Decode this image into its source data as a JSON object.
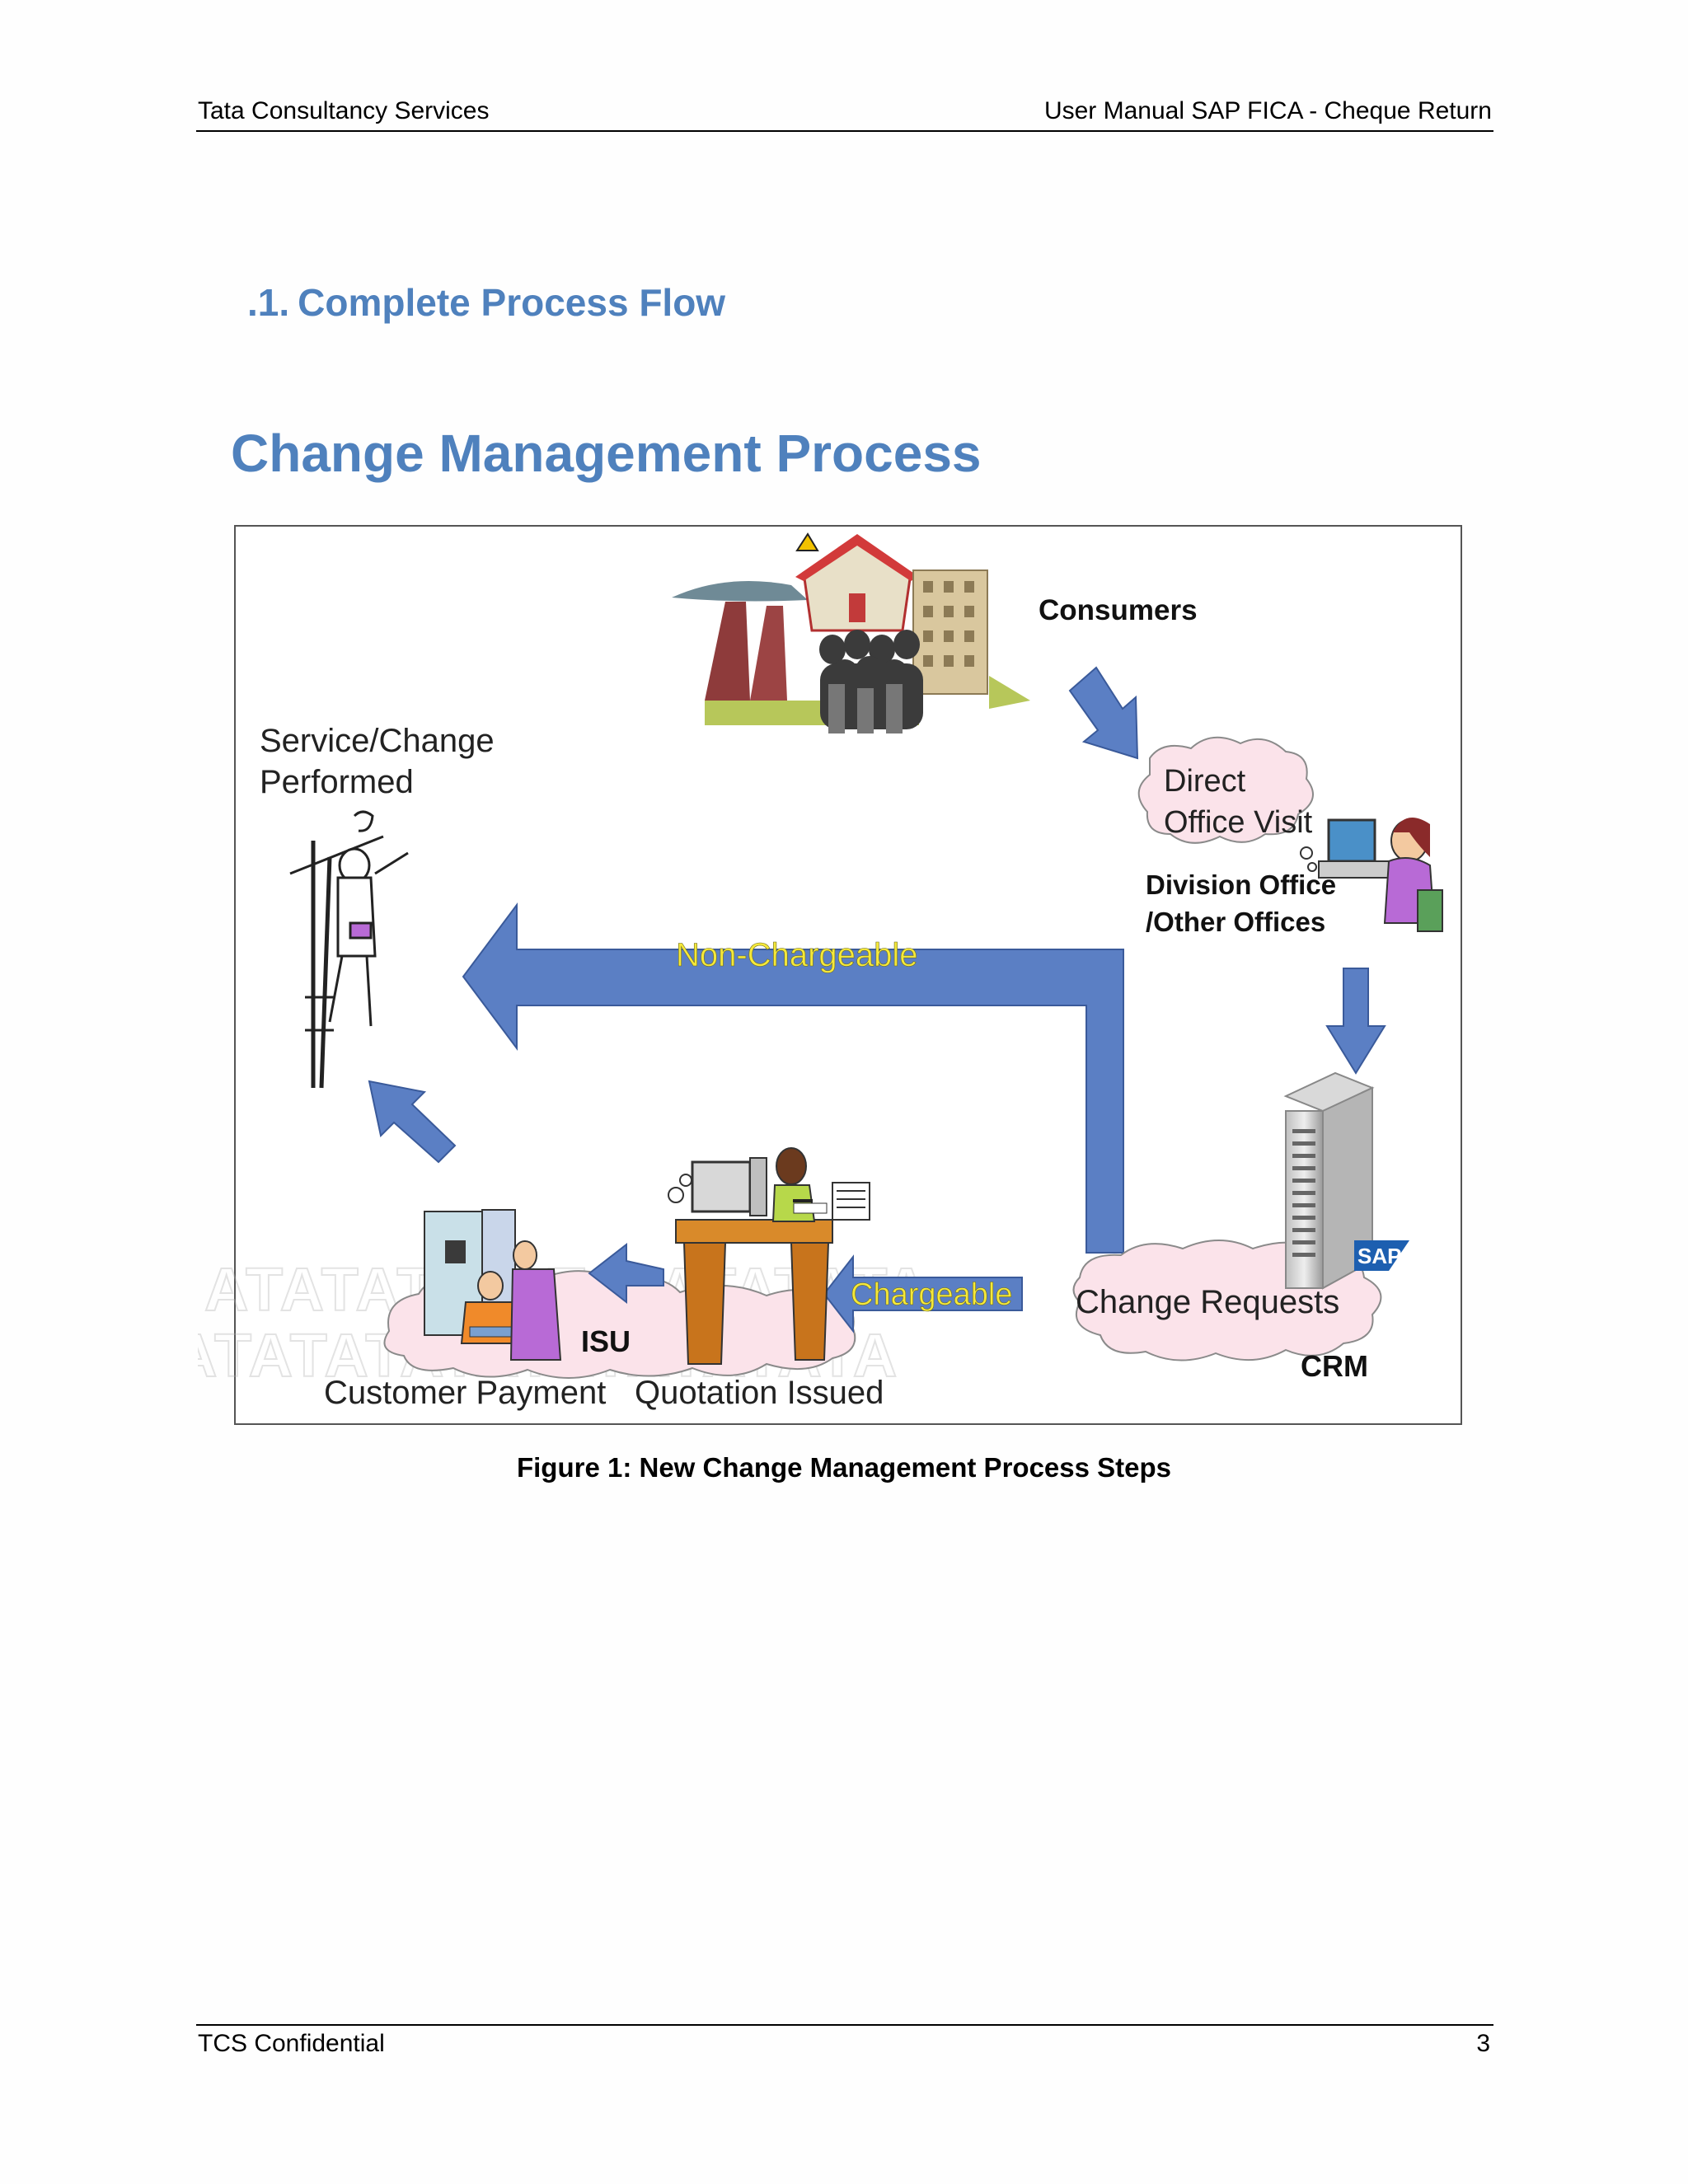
{
  "header": {
    "left": "Tata Consultancy Services",
    "right": "User Manual SAP FICA - Cheque Return"
  },
  "section": {
    "number": ".1.",
    "title": "Complete Process Flow"
  },
  "figure": {
    "heading": "Change Management Process",
    "labels": {
      "consumers": "Consumers",
      "service_line1": "Service/Change",
      "service_line2": "Performed",
      "direct_line1": "Direct",
      "direct_line2": "Office Visit",
      "division_line1": "Division Office",
      "division_line2": "/Other Offices",
      "non_chargeable": "Non-Chargeable",
      "chargeable": "Chargeable",
      "change_requests": "Change Requests",
      "crm": "CRM",
      "sap": "SAP",
      "isu": "ISU",
      "customer_payment": "Customer Payment",
      "quotation_issued": "Quotation Issued"
    },
    "watermark": "ATATATATATATATATATA"
  },
  "caption": "Figure 1: New Change Management Process Steps",
  "footer": {
    "left": "TCS Confidential",
    "page_number": "3"
  },
  "colors": {
    "accent_title": "#4f81bd",
    "arrow_blue": "#5b7fc4",
    "label_yellow": "#f5e83a",
    "cloud_pink": "#fbe3ea"
  }
}
